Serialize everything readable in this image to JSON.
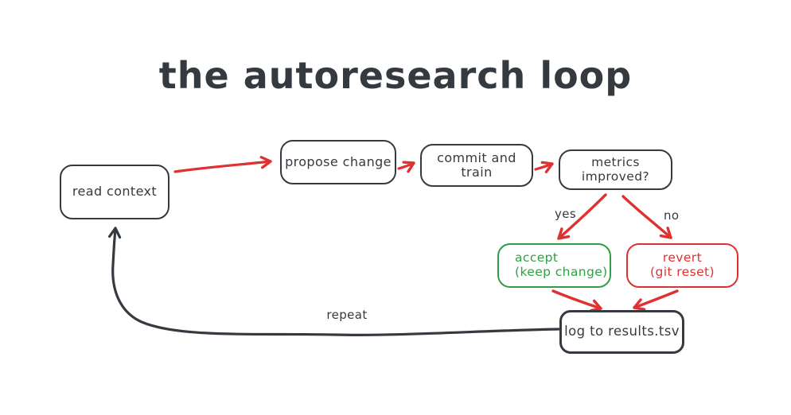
{
  "title": "the autoresearch loop",
  "colors": {
    "ink": "#343a40",
    "arrow_red": "#e03131",
    "accept_green": "#2f9e44",
    "revert_red": "#e03131",
    "background": "#ffffff"
  },
  "nodes": {
    "read_context": {
      "label": "read context"
    },
    "propose_change": {
      "label": "propose change"
    },
    "commit_and_train": {
      "label": "commit and train"
    },
    "metrics_improved": {
      "label": "metrics improved?"
    },
    "accept": {
      "lines": [
        "accept",
        "(keep change)"
      ]
    },
    "revert": {
      "lines": [
        "revert",
        "(git reset)"
      ]
    },
    "log_results": {
      "label": "log to results.tsv"
    }
  },
  "edge_labels": {
    "yes": "yes",
    "no": "no",
    "repeat": "repeat"
  }
}
